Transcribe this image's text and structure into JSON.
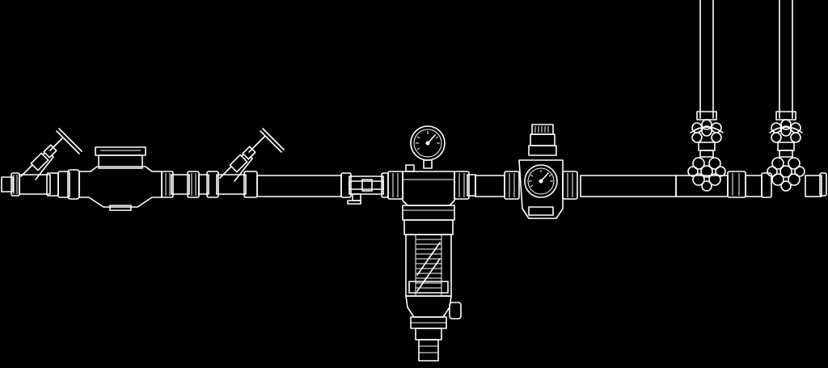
{
  "diagram": {
    "background_color": "#000000",
    "line_color": "#ffffff",
    "components": [
      {
        "id": "inlet-stop-valve",
        "icon": "angled-stop-valve-icon"
      },
      {
        "id": "water-meter",
        "icon": "water-meter-icon"
      },
      {
        "id": "outlet-stop-valve",
        "icon": "angled-stop-valve-icon"
      },
      {
        "id": "check-valve",
        "icon": "check-valve-icon"
      },
      {
        "id": "filter-pressure-gauge",
        "icon": "pressure-gauge-icon"
      },
      {
        "id": "backwash-filter",
        "icon": "filter-housing-icon"
      },
      {
        "id": "pressure-reducer",
        "icon": "pressure-reducer-icon"
      },
      {
        "id": "branch-valve-1",
        "icon": "handwheel-valve-icon"
      },
      {
        "id": "branch-valve-2",
        "icon": "handwheel-valve-icon"
      }
    ]
  }
}
